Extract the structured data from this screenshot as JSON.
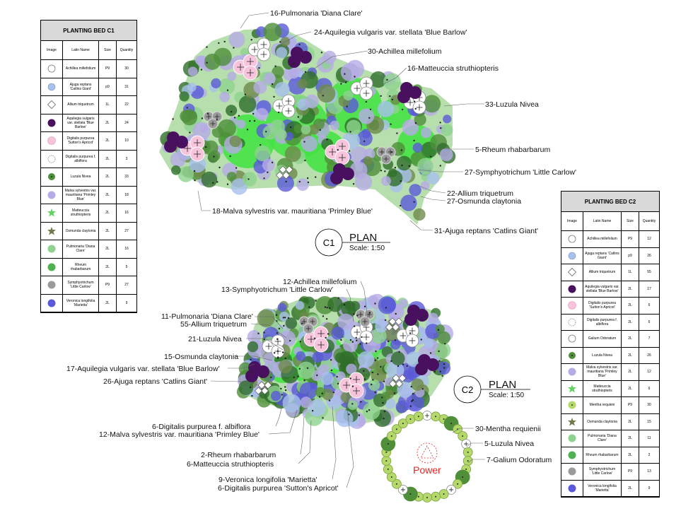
{
  "tables": [
    {
      "id": "c1",
      "title": "PLANTING BED C1",
      "headers": {
        "image": "Image",
        "latin": "Latin Name",
        "size": "Size",
        "qty": "Quantity"
      },
      "rows": [
        {
          "symbol": "circle-white",
          "latin": "Achillea millefolium",
          "size": "P9",
          "qty": "30"
        },
        {
          "symbol": "circle-lightblue",
          "latin": "Ajuga reptans 'Catlins Giant'",
          "size": "p9",
          "qty": "31"
        },
        {
          "symbol": "diamond",
          "latin": "Allium triquetrum",
          "size": "1L",
          "qty": "22"
        },
        {
          "symbol": "circle-purple",
          "latin": "Aquilegia vulgaris var. stellata 'Blue Barlow'",
          "size": "2L",
          "qty": "24"
        },
        {
          "symbol": "circle-pink",
          "latin": "Digitalis purpurea 'Sutton's Apricot'",
          "size": "2L",
          "qty": "10"
        },
        {
          "symbol": "circle-dashed",
          "latin": "Digitalis purpurea f. albiflora",
          "size": "2L",
          "qty": "3"
        },
        {
          "symbol": "circle-green-dot",
          "latin": "Luzula Nivea",
          "size": "2L",
          "qty": "33"
        },
        {
          "symbol": "circle-lavender",
          "latin": "Malva sylvestris var. mauritiana 'Primley Blue'",
          "size": "2L",
          "qty": "18"
        },
        {
          "symbol": "star-green",
          "latin": "Matteuccia struthiopteris",
          "size": "2L",
          "qty": "16"
        },
        {
          "symbol": "star-olive",
          "latin": "Osmunda claytonia",
          "size": "2L",
          "qty": "27"
        },
        {
          "symbol": "circle-lightgreen",
          "latin": "Pulmonaria 'Diana Clare'",
          "size": "2L",
          "qty": "16"
        },
        {
          "symbol": "circle-green",
          "latin": "Rheum rhabarbarum",
          "size": "2L",
          "qty": "5"
        },
        {
          "symbol": "circle-grey",
          "latin": "Symphyotrichum 'Little Carlow'",
          "size": "P9",
          "qty": "27"
        },
        {
          "symbol": "circle-blue",
          "latin": "Veronica longifolia 'Marietta'",
          "size": "2L",
          "qty": "9"
        }
      ]
    },
    {
      "id": "c2",
      "title": "PLANTING BED C2",
      "headers": {
        "image": "Image",
        "latin": "Latin Name",
        "size": "Size",
        "qty": "Quantity"
      },
      "rows": [
        {
          "symbol": "circle-white",
          "latin": "Achillea millefolium",
          "size": "P9",
          "qty": "12"
        },
        {
          "symbol": "circle-lightblue",
          "latin": "Ajuga reptans 'Catlins Giant'",
          "size": "p9",
          "qty": "26"
        },
        {
          "symbol": "diamond",
          "latin": "Allium triquetrum",
          "size": "1L",
          "qty": "55"
        },
        {
          "symbol": "circle-purple",
          "latin": "Aquilegia vulgaris var. stellata 'Blue Barlow'",
          "size": "2L",
          "qty": "17"
        },
        {
          "symbol": "circle-pink",
          "latin": "Digitalis purpurea 'Sutton's Apricot'",
          "size": "2L",
          "qty": "6"
        },
        {
          "symbol": "circle-dashed",
          "latin": "Digitalis purpurea f. albiflora",
          "size": "2L",
          "qty": "6"
        },
        {
          "symbol": "circle-white",
          "latin": "Galium Odoratum",
          "size": "2L",
          "qty": "7"
        },
        {
          "symbol": "circle-green-dot",
          "latin": "Luzula Nivea",
          "size": "2L",
          "qty": "26"
        },
        {
          "symbol": "circle-lavender",
          "latin": "Malva sylvestris var. mauritiana 'Primley Blue'",
          "size": "2L",
          "qty": "12"
        },
        {
          "symbol": "star-green",
          "latin": "Matteuccia struthiopteris",
          "size": "2L",
          "qty": "6"
        },
        {
          "symbol": "circle-lime",
          "latin": "Mentha requieni",
          "size": "P9",
          "qty": "30"
        },
        {
          "symbol": "star-olive",
          "latin": "Osmunda claytonia",
          "size": "2L",
          "qty": "15"
        },
        {
          "symbol": "circle-lightgreen",
          "latin": "Pulmonaria 'Diana Clare'",
          "size": "2L",
          "qty": "11"
        },
        {
          "symbol": "circle-green",
          "latin": "Rheum rhabarbarum",
          "size": "2L",
          "qty": "2"
        },
        {
          "symbol": "circle-grey",
          "latin": "Symphyotrichum 'Little Carlow'",
          "size": "P9",
          "qty": "13"
        },
        {
          "symbol": "circle-blue",
          "latin": "Veronica longifolia 'Marietta'",
          "size": "2L",
          "qty": "9"
        }
      ]
    }
  ],
  "c1_labels": [
    "16-Pulmonaria 'Diana Clare'",
    "24-Aquilegia vulgaris var. stellata 'Blue Barlow'",
    "30-Achillea millefolium",
    "16-Matteuccia struthiopteris",
    "33-Luzula Nivea",
    "5-Rheum rhabarbarum",
    "27-Symphyotrichum 'Little Carlow'",
    "22-Allium triquetrum",
    "27-Osmunda claytonia",
    "18-Malva sylvestris var. mauritiana 'Primley Blue'",
    "31-Ajuga reptans 'Catlins Giant'"
  ],
  "c2_labels": [
    "12-Achillea millefolium",
    "13-Symphyotrichum 'Little Carlow'",
    "11-Pulmonaria 'Diana Clare'",
    "55-Allium triquetrum",
    "21-Luzula Nivea",
    "15-Osmunda claytonia",
    "17-Aquilegia vulgaris var. stellata 'Blue Barlow'",
    "26-Ajuga reptans 'Catlins Giant'",
    "6-Digitalis purpurea f. albiflora",
    "12-Malva sylvestris var. mauritiana 'Primley Blue'",
    "2-Rheum rhabarbarum",
    "6-Matteuccia struthiopteris",
    "9-Veronica longifolia 'Marietta'",
    "6-Digitalis purpurea 'Sutton's Apricot'"
  ],
  "ring_labels": [
    "30-Mentha requienii",
    "5-Luzula Nivea",
    "7-Galium Odoratum"
  ],
  "plan_c1": {
    "tag": "C1",
    "word": "PLAN",
    "scale": "Scale: 1:50"
  },
  "plan_c2": {
    "tag": "C2",
    "word": "PLAN",
    "scale": "Scale: 1:50"
  },
  "power_label": "Power",
  "colors": {
    "purple": "#4a1060",
    "pink": "#f8c4dc",
    "lavender": "#b5abe6",
    "blue": "#5a5ad8",
    "lightblue": "#a8c0ec",
    "green": "#4f8f3a",
    "lightgreen": "#8fd28f",
    "brightgreen": "#3fe33f",
    "grey": "#9b9b9b",
    "lime": "#b5d86a",
    "power": "#e02424"
  }
}
